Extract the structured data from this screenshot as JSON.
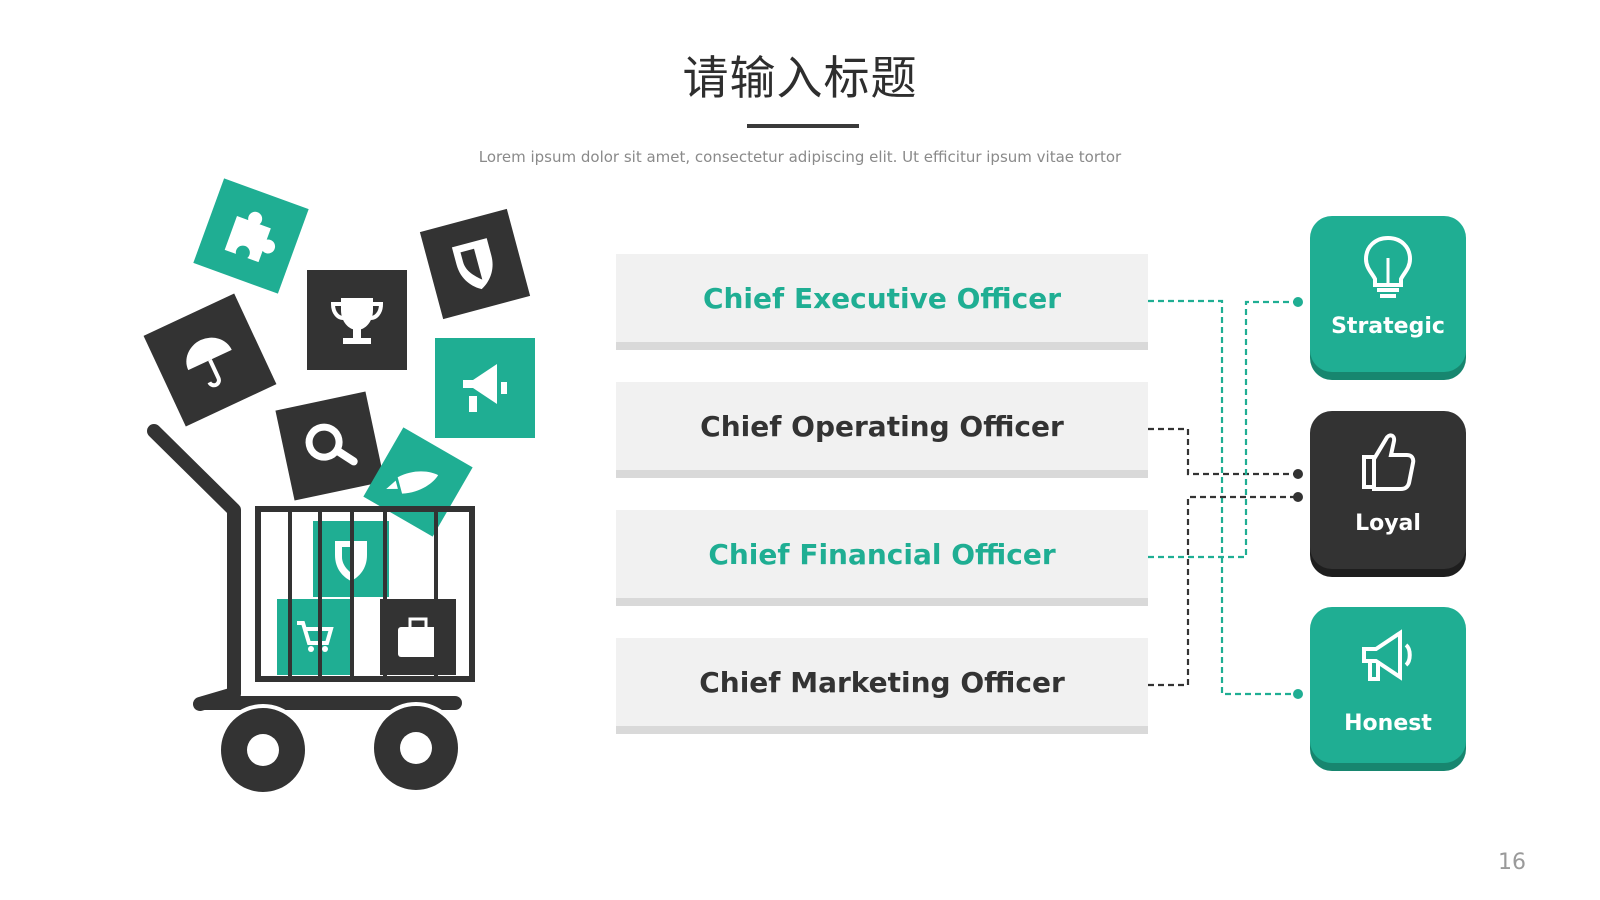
{
  "slide": {
    "title": "请输入标题",
    "subtitle": "Lorem ipsum dolor sit amet, consectetur adipiscing elit. Ut efficitur ipsum vitae tortor",
    "page_number": "16"
  },
  "roles": [
    {
      "label": "Chief Executive Officer",
      "color": "#1fae93"
    },
    {
      "label": "Chief Operating Officer",
      "color": "#333333"
    },
    {
      "label": "Chief Financial Officer",
      "color": "#1fae93"
    },
    {
      "label": "Chief Marketing Officer",
      "color": "#333333"
    }
  ],
  "values": [
    {
      "label": "Strategic",
      "icon": "lightbulb-icon",
      "color": "#1fae93"
    },
    {
      "label": "Loyal",
      "icon": "thumbs-up-icon",
      "color": "#333333"
    },
    {
      "label": "Honest",
      "icon": "megaphone-icon",
      "color": "#1fae93"
    }
  ],
  "connections": [
    {
      "from": "Chief Executive Officer",
      "to": "Honest"
    },
    {
      "from": "Chief Operating Officer",
      "to": "Loyal"
    },
    {
      "from": "Chief Financial Officer",
      "to": "Strategic"
    },
    {
      "from": "Chief Marketing Officer",
      "to": "Loyal"
    }
  ],
  "illustration": {
    "name": "shopping-cart-illustration",
    "icons": [
      "puzzle-icon",
      "shield-icon",
      "trophy-icon",
      "umbrella-icon",
      "megaphone-icon",
      "search-icon",
      "rocket-icon",
      "shield-icon",
      "cart-icon",
      "briefcase-icon"
    ]
  },
  "colors": {
    "accent": "#1fae93",
    "dark": "#333333",
    "panel": "#f1f1f1",
    "panel_shadow": "#d9d9d9"
  }
}
